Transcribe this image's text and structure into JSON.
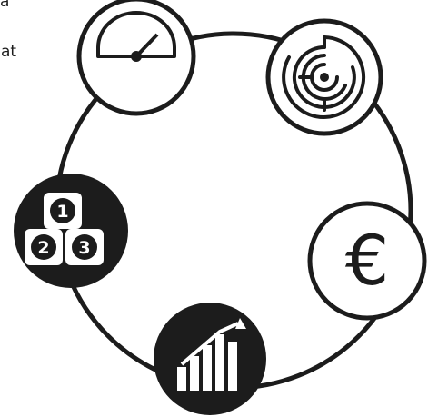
{
  "text_fragments": {
    "line1": "a",
    "line2": "at"
  },
  "ring": {
    "nodes": [
      {
        "name": "speedometer",
        "icon": "speedometer-icon",
        "style": "outline"
      },
      {
        "name": "maze",
        "icon": "maze-icon",
        "style": "outline"
      },
      {
        "name": "euro",
        "icon": "euro-icon",
        "style": "outline",
        "symbol": "€"
      },
      {
        "name": "growth",
        "icon": "growth-chart-icon",
        "style": "filled"
      },
      {
        "name": "steps",
        "icon": "numbered-blocks-icon",
        "style": "filled",
        "labels": [
          "1",
          "2",
          "3"
        ]
      }
    ]
  },
  "colors": {
    "ink": "#1c1c1c",
    "paper": "#ffffff"
  }
}
